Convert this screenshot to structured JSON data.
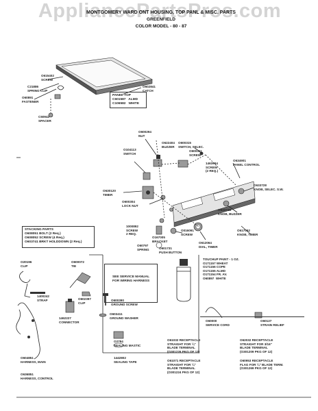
{
  "watermark": "AppliancePartsPros.com",
  "title": {
    "line1": "MONTGOMERY WARD",
    "line1_rest": "ONT HOUSING, TOP PANL & MISC. PARTS",
    "line2": "GREENFIELD",
    "line3": "COLOR MODEL - 80 - 87"
  },
  "panel_top_box": {
    "line1": "PANEL TOP",
    "line2": "C601587   ALMD",
    "line3": "C106582   WHITE"
  },
  "stacking_box": {
    "line1": "STACKING PARTS",
    "line2": "O608051 BOLT (2 Req.)",
    "line3": "O608052 SCREW (4 Req.)",
    "line4": "O603741 BRKT HOLDDOWN (2 Req.)"
  },
  "service_manual_box": {
    "line1": "SEE SERVICE MANUAL",
    "line2": "FOR WIRING HARNESS"
  },
  "touchup_box": {
    "line1": "TOUCHUP PAINT - 1 OZ.",
    "line2": "O171157 WHEAT",
    "line3": "O171156 COPE",
    "line4": "O171155 ALMD",
    "line5": "O171154 FR. AV.",
    "line6": "O60897  WHITE"
  },
  "parts": {
    "screw_top": {
      "num": "O615402",
      "name": "SCREW"
    },
    "spring_clip": {
      "num": "C21886",
      "name": "SPRING CLIP"
    },
    "fastener": {
      "num": "O60891",
      "name": "FASTENER"
    },
    "spacer": {
      "num": "C60942",
      "name": "SPACER"
    },
    "catch": {
      "num": "O602841",
      "name": "CATCH"
    },
    "nut": {
      "num": "O600294",
      "name": "NUT"
    },
    "buzzer": {
      "num": "O622404",
      "name": "BUZZER"
    },
    "switch_lt": {
      "num": "O104113",
      "name": "SWITCH"
    },
    "switch_sel": {
      "num": "O600315",
      "name": "SWITCH, SELEC."
    },
    "screw_b": {
      "num": "O600311",
      "name": "SCREW"
    },
    "screw_2req": {
      "num": "1463994",
      "name1": "SCREW",
      "name2": "(2 REQ.)"
    },
    "panel_control": {
      "num": "O634901",
      "name": "PANEL CONTROL"
    },
    "timer": {
      "num": "O630120",
      "name": "TIMER"
    },
    "lock_nut": {
      "num": "O600304",
      "name": "LOCK NUT"
    },
    "knob_sel": {
      "num": "O633728",
      "name": "KNOB, SELEC. S.W."
    },
    "knob_buzzer": {
      "num": "O633728",
      "name": "KNOB, BUZZER"
    },
    "screw_2r": {
      "num": "1000892",
      "name1": "SCREW",
      "name2": "2 REQ."
    },
    "screw_c": {
      "num": "O016091",
      "name": "SCREW"
    },
    "knob_timer": {
      "num": "O617052",
      "name": "KNOB, TIMER"
    },
    "spring": {
      "num": "O60797",
      "name": "SPRING"
    },
    "bracket": {
      "num": "O167005",
      "name": "BRACKET"
    },
    "push_button": {
      "num": "O601731",
      "name": "PUSH BUTTON"
    },
    "dial_timer": {
      "num": "O612064",
      "name": "DIAL, TIMER"
    },
    "clip": {
      "num": "O20196",
      "name": "CLIP"
    },
    "tie": {
      "num": "O600072",
      "name": "TIE"
    },
    "strap": {
      "num": "1400242",
      "name": "STRAP"
    },
    "clip2": {
      "num": "O602397",
      "name": "CLIP"
    },
    "connector": {
      "num": "1462227",
      "name": "CONNECTOR"
    },
    "ground_screw": {
      "num": "O600390",
      "name": "GROUND SCREW"
    },
    "ground_washer": {
      "num": "O603411",
      "name": "GROUND WASHER"
    },
    "service_cord": {
      "num": "O60000",
      "name": "SERVICE CORD"
    },
    "strain_relief": {
      "num": "O60127",
      "name": "STRAIN RELIEF"
    },
    "harness_main": {
      "num": "O604851",
      "name": "HARNESS, MAIN"
    },
    "harness_control": {
      "num": "O636851",
      "name": "HARNESS, CONTROL"
    },
    "sealing_mastic": {
      "num": "O2784",
      "name": "SEALING MASTIC"
    },
    "sealing_tape": {
      "num": "1442802",
      "name": "SEALING TAPE"
    },
    "rcpt1": {
      "l1": "O61032 RECEPTACLE",
      "l2": "STRAIGHT FOR ¼\"",
      "l3": "BLADE TERMINAL",
      "l4": "(O301226 PKG OF 12)"
    },
    "rcpt2": {
      "l1": "O62032 RECEPTACLE",
      "l2": "STRAIGHT FOR 3/16\"",
      "l3": "BLADE TERMINAL",
      "l4": "(O301209 PKG OF 12)"
    },
    "rcpt3": {
      "l1": "O61071 RECEPTACLE",
      "l2": "STRAIGHT FOR ¼\"",
      "l3": "BLADE TERMINAL",
      "l4": "(O301224 PKG OF 12)"
    },
    "rcpt4": {
      "l1": "O60953 RECEPTACLE",
      "l2": "FLAG FOR ¼\" BLADE TERM.",
      "l3": "(O301269 PKG OF 12)"
    }
  }
}
